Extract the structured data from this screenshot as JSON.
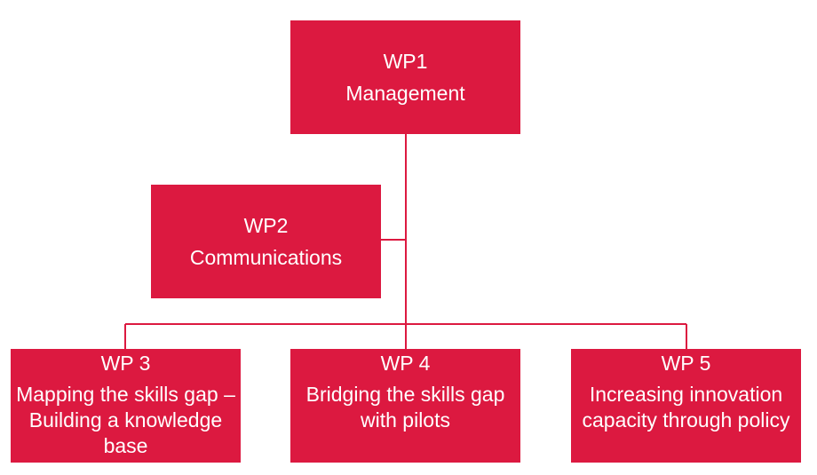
{
  "colors": {
    "box_fill": "#dc1940",
    "box_text": "#ffffff",
    "connector": "#dc1940",
    "background": "#ffffff"
  },
  "diagram": {
    "wp1": {
      "code": "WP1",
      "title": "Management"
    },
    "wp2": {
      "code": "WP2",
      "title": "Communications"
    },
    "wp3": {
      "code": "WP 3",
      "title": "Mapping the skills gap – Building a knowledge base"
    },
    "wp4": {
      "code": "WP 4",
      "title": "Bridging the skills gap with pilots"
    },
    "wp5": {
      "code": "WP 5",
      "title": "Increasing innovation capacity through policy"
    }
  }
}
